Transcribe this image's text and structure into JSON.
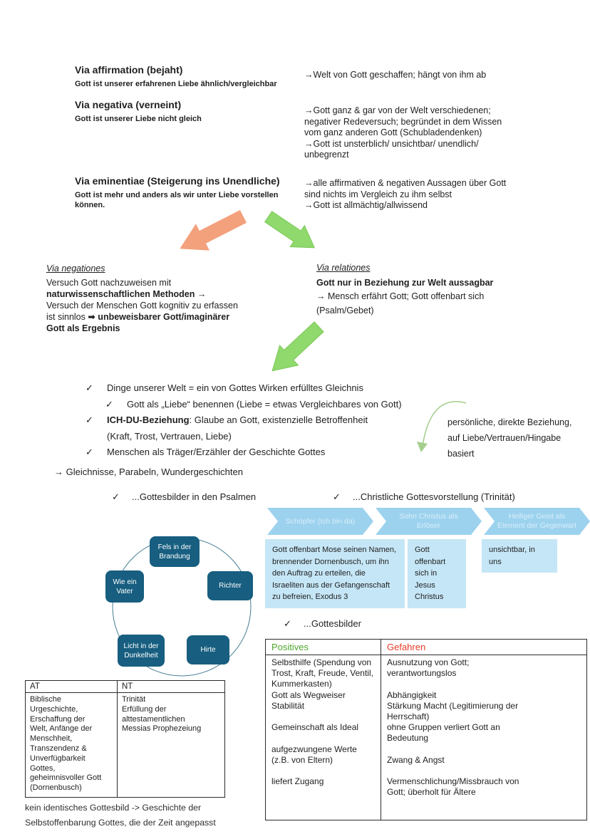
{
  "colors": {
    "node_teal": "#175e80",
    "chevron_blue": "#9cd2ee",
    "box_blue": "#c5e6f6",
    "arrow_orange": "#f2a17c",
    "arrow_green": "#8fd96d",
    "note_arrow_green": "#a6cf8f",
    "positives_green": "#4ea72e",
    "gefahren_red": "#ea3b28"
  },
  "via_methods": {
    "affirmation": {
      "title": "Via affirmation (bejaht)",
      "subtitle": "Gott ist unserer erfahrenen Liebe ähnlich/vergleichbar",
      "result": "→Welt von Gott geschaffen; hängt von ihm ab"
    },
    "negativa": {
      "title": "Via negativa (verneint)",
      "subtitle": "Gott ist unserer Liebe nicht gleich",
      "result": "→Gott ganz & gar von der Welt verschiedenen;\nnegativer Redeversuch; begründet in dem Wissen\nvom ganz anderen Gott (Schubladendenken)\n→Gott ist unsterblich/ unsichtbar/ unendlich/\nunbegrenzt"
    },
    "eminentiae": {
      "title": "Via eminentiae (Steigerung ins Unendliche)",
      "subtitle": "Gott ist mehr und anders als wir unter Liebe vorstellen\nkönnen.",
      "result": "→alle affirmativen & negativen Aussagen über Gott\nsind nichts im Vergleich zu ihm selbst\n→Gott ist allmächtig/allwissend"
    }
  },
  "via_negationes": {
    "title": "Via negationes",
    "line1": "Versuch Gott nachzuweisen mit",
    "line2_bold": "naturwissenschaftlichen Methoden →",
    "line3": "Versuch der Menschen Gott kognitiv zu erfassen",
    "line4_normal": "ist sinnlos ",
    "line4_bold": "➡ unbeweisbarer Gott/imaginärer",
    "line5_bold": "Gott als Ergebnis"
  },
  "via_relationes": {
    "title": "Via relationes",
    "line1_bold": "Gott nur in Beziehung zur Welt aussagbar",
    "line2": "→ Mensch erfährt Gott; Gott offenbart sich",
    "line3": "(Psalm/Gebet)"
  },
  "checklist": {
    "items": [
      {
        "check": "✓",
        "text": "Dinge unserer Welt = ein von Gottes Wirken erfülltes Gleichnis"
      },
      {
        "check": "✓",
        "text": "Gott als „Liebe“ benennen (Liebe = etwas Vergleichbares von Gott)"
      },
      {
        "check": "✓",
        "bold": "ICH-DU-Beziehung",
        "text": ": Glaube an Gott, existenzielle Betroffenheit\n(Kraft, Trost, Vertrauen, Liebe)"
      },
      {
        "check": "✓",
        "text": "Menschen als Träger/Erzähler der Geschichte Gottes"
      }
    ]
  },
  "side_note": "persönliche, direkte Beziehung,\nauf Liebe/Vertrauen/Hingabe\nbasiert",
  "gleichnisse_line": "→ Gleichnisse, Parabeln, Wundergeschichten",
  "section_headings": {
    "psalmen": {
      "check": "✓",
      "label": "...Gottesbilder in den Psalmen"
    },
    "trinitaet": {
      "check": "✓",
      "label": "...Christliche Gottesvorstellung (Trinität)"
    },
    "gottesbilder": {
      "check": "✓",
      "label": "...Gottesbilder"
    }
  },
  "trinity": {
    "chevrons": [
      "Schöpfer (Ich bin da)",
      "Sohn Christus als Erlöser",
      "Heiliger Geist als Element der Gegenwart"
    ],
    "boxes": [
      "Gott offenbart Mose seinen Namen,\nbrennender Dornenbusch, um ihn\nden Auftrag zu erteilen, die\nIsraeliten aus der Gefangenschaft\nzu befreien, Exodus 3",
      "Gott\noffenbart\nsich in Jesus\nChristus",
      "unsichtbar, in\nuns"
    ]
  },
  "psalm_circle": {
    "nodes": [
      "Fels in der\nBrandung",
      "Richter",
      "Hirte",
      "Licht in der\nDunkelheit",
      "Wie ein\nVater"
    ]
  },
  "at_nt_table": {
    "headers": [
      "AT",
      "NT"
    ],
    "at_lines": [
      "Biblische",
      "Urgeschichte,",
      "Erschaffung der",
      "Welt, Anfänge der",
      "Menschheit,",
      "Transzendenz &",
      "Unverfügbarkeit",
      "Gottes,",
      "geheimnisvoller Gott",
      "(Dornenbusch)"
    ],
    "nt_lines": [
      "Trinität",
      "Erfüllung der",
      "alttestamentlichen",
      "Messias Prophezeiung"
    ]
  },
  "at_nt_caption": "kein identisches Gottesbild -> Geschichte der\nSelbstoffenbarung Gottes, die der Zeit angepasst",
  "gottesbilder_table": {
    "headers": {
      "positives": "Positives",
      "gefahren": "Gefahren"
    },
    "positives_lines": [
      "Selbsthilfe (Spendung von",
      "Trost, Kraft, Freude, Ventil,",
      "Kummerkasten)",
      "Gott als Wegweiser",
      "Stabilität",
      "",
      "Gemeinschaft als Ideal",
      "",
      "aufgezwungene Werte",
      "(z.B. von Eltern)",
      "",
      "liefert Zugang"
    ],
    "gefahren_lines": [
      "Ausnutzung von Gott;",
      "verantwortungslos",
      "",
      "Abhängigkeit",
      "Stärkung Macht (Legitimierung der",
      "Herrschaft)",
      "ohne Gruppen verliert Gott an",
      "Bedeutung",
      "",
      "Zwang & Angst",
      "",
      "Vermenschlichung/Missbrauch von",
      "Gott; überholt für Ältere"
    ]
  }
}
